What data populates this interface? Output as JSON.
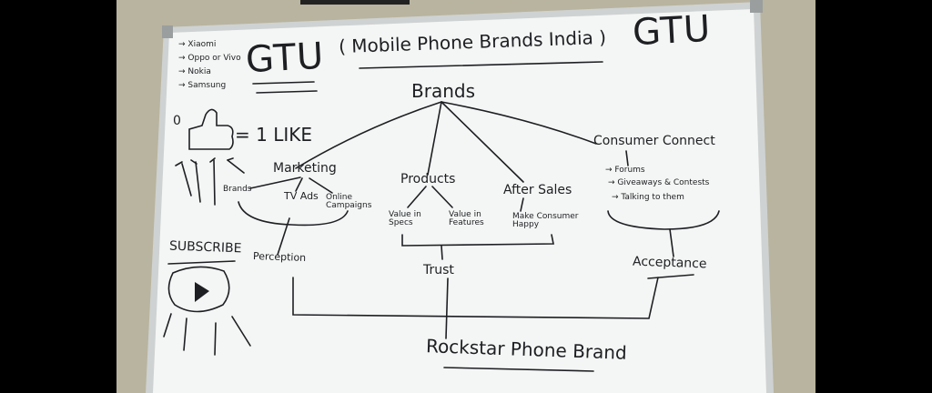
{
  "board": {
    "title_left": "GTU",
    "title_center": "( Mobile Phone Brands India )",
    "title_right": "GTU",
    "brand_list": [
      "→ Xiaomi",
      "→ Oppo or Vivo",
      "→ Nokia",
      "→ Samsung"
    ],
    "like_text": "= 1 LIKE",
    "like_number": "0",
    "subscribe_text": "SUBSCRIBE",
    "brands_heading": "Brands",
    "marketing": "Marketing",
    "products": "Products",
    "after_sales": "After Sales",
    "consumer_connect": "Consumer Connect",
    "marketing_children": [
      "Brands",
      "TV Ads",
      "Online Campaigns"
    ],
    "product_children": [
      "Value in Specs",
      "Value in Features"
    ],
    "after_sales_child": "Make Consumer Happy",
    "consumer_children": [
      "→ Forums",
      "→ Giveaways & Contests",
      "→ Talking to them"
    ],
    "perception": "Perception",
    "trust": "Trust",
    "acceptance": "Acceptance",
    "result": "Rockstar Phone Brand"
  },
  "colors": {
    "board": "#f4f6f5",
    "frame": "#cfd2d2",
    "wall": "#b9b49f",
    "ink": "#1d1f22"
  }
}
